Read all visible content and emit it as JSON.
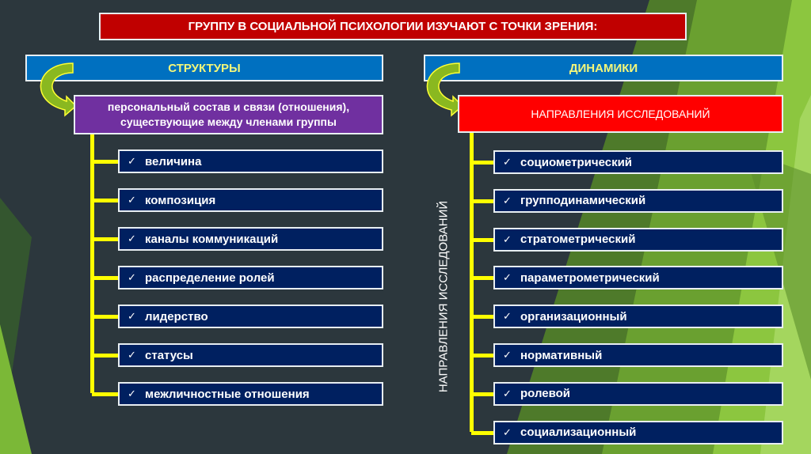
{
  "title": "ГРУППУ В СОЦИАЛЬНОЙ ПСИХОЛОГИИ ИЗУЧАЮТ С ТОЧКИ ЗРЕНИЯ:",
  "left": {
    "header": "СТРУКТУРЫ",
    "description_line1": "персональный состав и связи (отношения),",
    "description_line2": "существующие между членами группы",
    "items": [
      "величина",
      "композиция",
      "каналы коммуникаций",
      "распределение ролей",
      "лидерство",
      "статусы",
      "межличностные отношения"
    ]
  },
  "right": {
    "header": "ДИНАМИКИ",
    "subheader": "НАПРАВЛЕНИЯ ИССЛЕДОВАНИЙ",
    "vertical_label": "НАПРАВЛЕНИЯ ИССЛЕДОВАНИЙ",
    "items": [
      "социометрический",
      "групподинамический",
      "стратометрический",
      "параметрометрический",
      "организационный",
      "нормативный",
      "ролевой",
      "социализационный"
    ]
  },
  "check_symbol": "✓",
  "colors": {
    "title": "#c00000",
    "header": "#0070c0",
    "purple": "#7030a0",
    "red": "#ff0000",
    "item": "#002060",
    "connector": "#ffff00"
  }
}
